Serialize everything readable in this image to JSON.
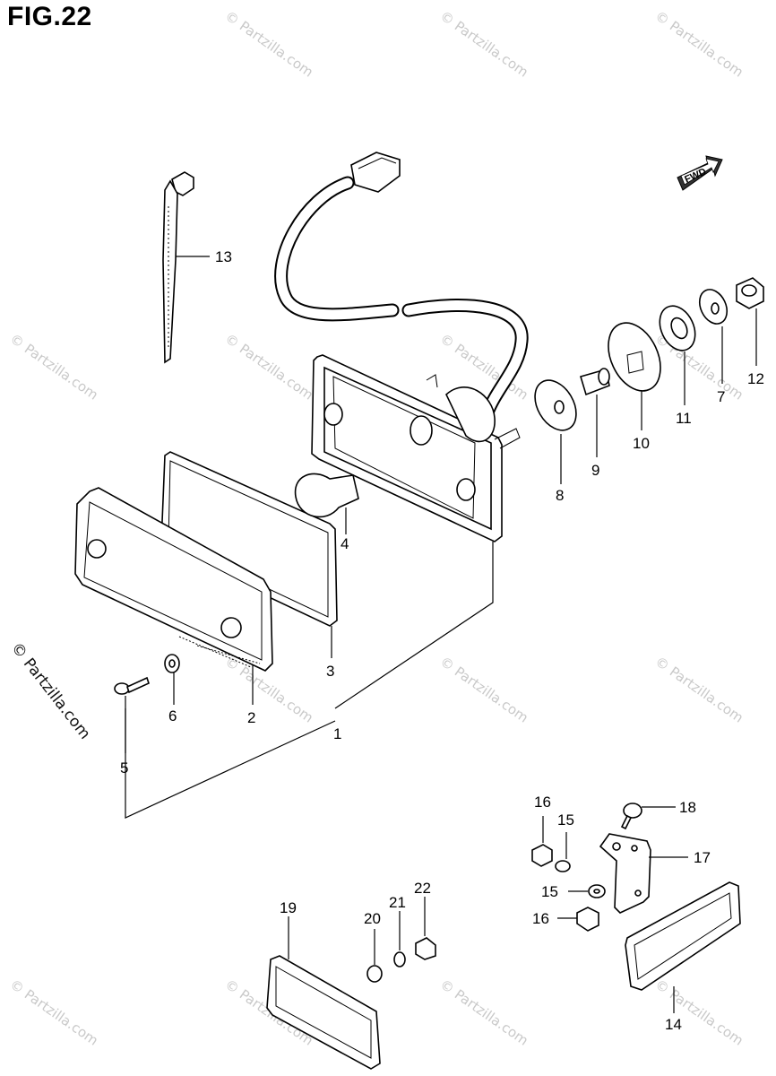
{
  "figure": {
    "title": "FIG.22"
  },
  "watermark": {
    "text": "© Partzilla.com"
  },
  "side_watermark": {
    "text": "© Partzilla.com"
  },
  "fwd_badge": {
    "text": "FWD"
  },
  "part_labels": [
    "1",
    "2",
    "3",
    "4",
    "5",
    "6",
    "7",
    "8",
    "9",
    "10",
    "11",
    "12",
    "13",
    "14",
    "15",
    "15",
    "16",
    "16",
    "17",
    "18",
    "19",
    "20",
    "21",
    "22"
  ]
}
